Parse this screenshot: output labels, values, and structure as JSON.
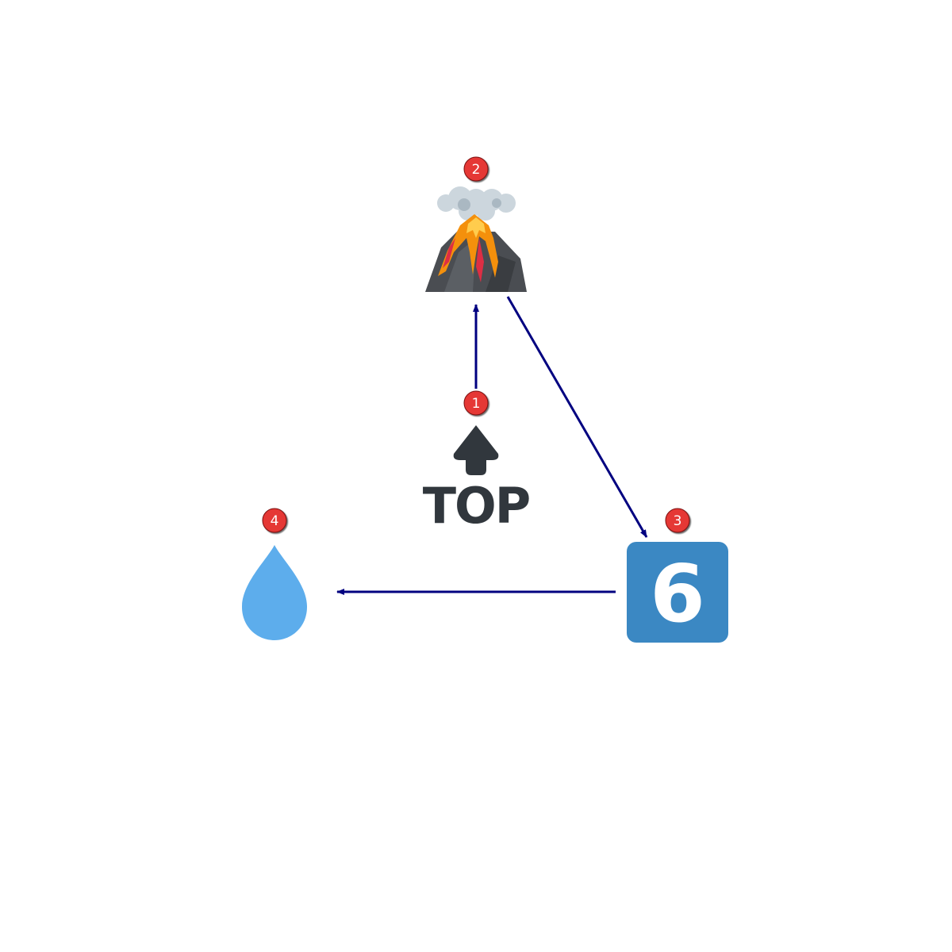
{
  "nodes": [
    {
      "id": "1",
      "badge": "1",
      "icon": "top-arrow-icon",
      "label": "TOP"
    },
    {
      "id": "2",
      "badge": "2",
      "icon": "volcano-icon"
    },
    {
      "id": "3",
      "badge": "3",
      "icon": "keycap-six-icon",
      "label": "6"
    },
    {
      "id": "4",
      "badge": "4",
      "icon": "droplet-icon"
    }
  ],
  "edges": [
    {
      "from": "1",
      "to": "2"
    },
    {
      "from": "2",
      "to": "3"
    },
    {
      "from": "3",
      "to": "4"
    }
  ],
  "colors": {
    "edge": "#000080",
    "badge": "#e53935",
    "top_icon": "#31373d",
    "keycap": "#3b88c3",
    "droplet": "#5dadec",
    "volcano_rock": "#4a4d52",
    "lava": "#f4900c",
    "smoke": "#ccd6dd"
  }
}
